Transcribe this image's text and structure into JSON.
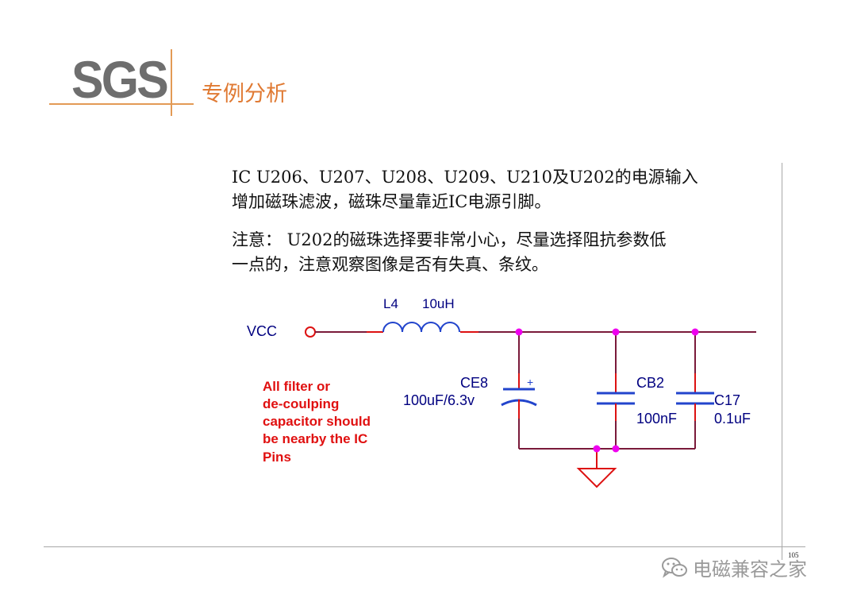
{
  "logo": {
    "text": "SGS"
  },
  "slide_title": "专例分析",
  "paragraphs": {
    "p1": [
      "IC U206、U207、U208、U209、U210及U202的电源输入",
      "增加磁珠滤波，磁珠尽量靠近IC电源引脚。"
    ],
    "p2": [
      "注意： U202的磁珠选择要非常小心，尽量选择阻抗参数低",
      "一点的，注意观察图像是否有失真、条纹。"
    ]
  },
  "schematic": {
    "vcc_label": "VCC",
    "inductor": {
      "ref": "L4",
      "value": "10uH"
    },
    "ce8": {
      "ref": "CE8",
      "value": "100uF/6.3v",
      "polarity": "+"
    },
    "cb2": {
      "ref": "CB2",
      "value": "100nF"
    },
    "c17": {
      "ref": "C17",
      "value": "0.1uF"
    },
    "note_lines": [
      "All filter or",
      "de-coulping",
      "capacitor should",
      "be nearby the IC",
      "Pins"
    ],
    "colors": {
      "wire": "#7a1a3a",
      "component": "#2244cc",
      "junction": "#ee00ee",
      "note": "#e01010",
      "ground": "#dd1111",
      "label": "#000080"
    }
  },
  "page_number": "105",
  "watermark": {
    "icon": "wechat-icon",
    "text": "电磁兼容之家"
  }
}
